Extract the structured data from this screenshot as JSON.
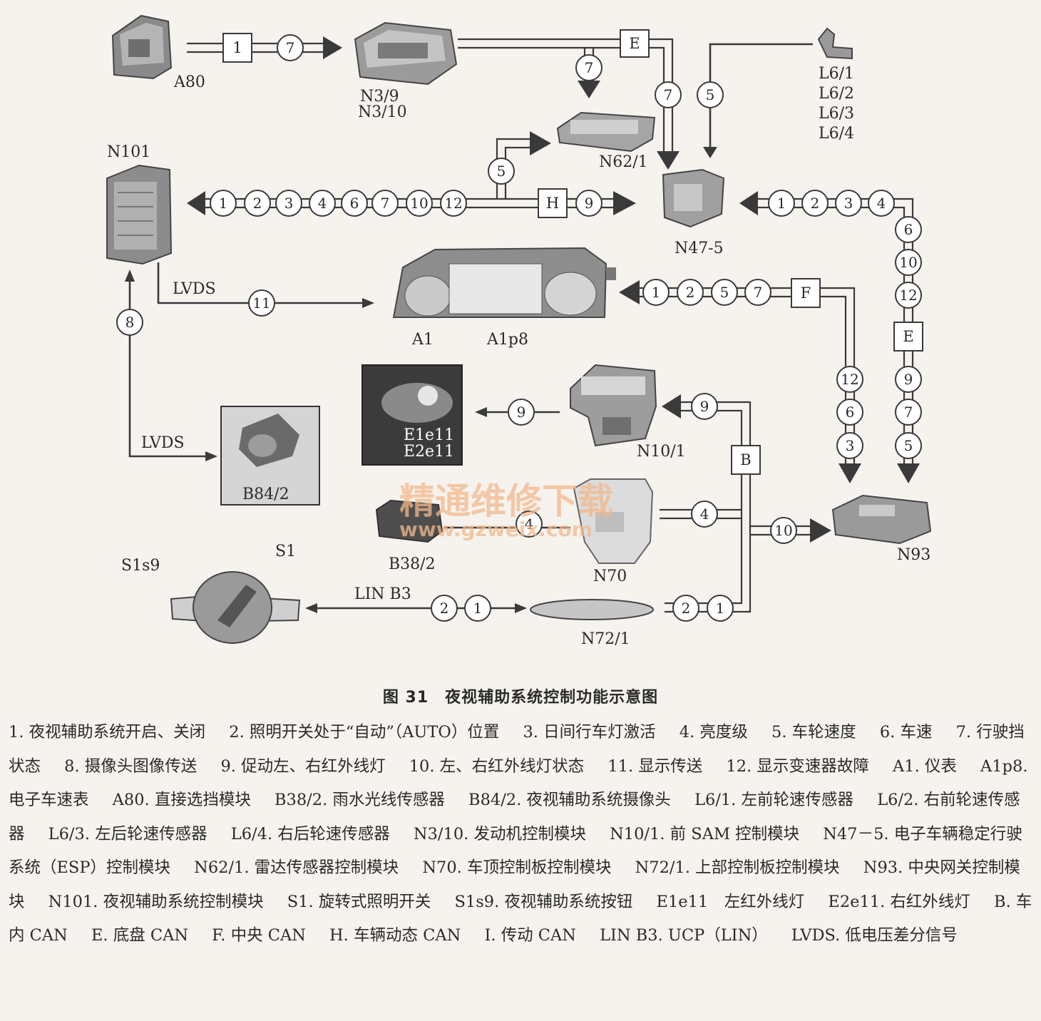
{
  "modules": {
    "A80": "A80",
    "N3": [
      "N3/9",
      "N3/10"
    ],
    "L6": [
      "L6/1",
      "L6/2",
      "L6/3",
      "L6/4"
    ],
    "N101": "N101",
    "N62_1": "N62/1",
    "N47_5": "N47-5",
    "A1": "A1",
    "A1p8": "A1p8",
    "E1e11": [
      "E1e11",
      "E2e11"
    ],
    "N10_1": "N10/1",
    "B84_2": "B84/2",
    "B38_2": "B38/2",
    "N70": "N70",
    "N93": "N93",
    "S1s9": "S1s9",
    "S1": "S1",
    "N72_1": "N72/1"
  },
  "signals": {
    "lvds_top": "LVDS",
    "lvds_bottom": "LVDS",
    "lin": "LIN B3"
  },
  "badges": {
    "a80_n3": [
      "1",
      "7"
    ],
    "n3_n62": "7",
    "bus_e_top": "E",
    "e_to_n47": "7",
    "l6_to_n47": "5",
    "n101_left": [
      "1",
      "2",
      "3",
      "4",
      "6",
      "7",
      "10",
      "12"
    ],
    "n101_up": "5",
    "bus_h": "H",
    "h_right": "9",
    "n47_right": [
      "1",
      "2",
      "3",
      "4"
    ],
    "right_vertical": [
      "6",
      "10",
      "12"
    ],
    "bus_e_right": "E",
    "right_vertical_lower": [
      "9",
      "7",
      "5"
    ],
    "a1_right": [
      "1",
      "2",
      "5",
      "7"
    ],
    "bus_f": "F",
    "f_down": [
      "12",
      "6",
      "3"
    ],
    "lvds_11": "11",
    "n101_8": "8",
    "n10_9": "9",
    "to_e1e11": "9",
    "bus_b": "B",
    "n70_4": "4",
    "b38_4": "4",
    "n93_10": "10",
    "lin_left": [
      "2",
      "1"
    ],
    "n72_right": [
      "2",
      "1"
    ]
  },
  "watermark": {
    "title": "精通维修下载",
    "url": "www.gzweix.com"
  },
  "caption": "图 31　夜视辅助系统控制功能示意图",
  "legend": [
    "1. 夜视辅助系统开启、关闭",
    "2. 照明开关处于“自动”（AUTO）位置",
    "3. 日间行车灯激活",
    "4. 亮度级",
    "5. 车轮速度",
    "6. 车速",
    "7. 行驶挡状态",
    "8. 摄像头图像传送",
    "9. 促动左、右红外线灯",
    "10. 左、右红外线灯状态",
    "11. 显示传送",
    "12. 显示变速器故障",
    "A1. 仪表",
    "A1p8. 电子车速表",
    "A80. 直接选挡模块",
    "B38/2. 雨水光线传感器",
    "B84/2. 夜视辅助系统摄像头",
    "L6/1. 左前轮速传感器",
    "L6/2. 右前轮速传感器",
    "L6/3. 左后轮速传感器",
    "L6/4. 右后轮速传感器",
    "N3/10. 发动机控制模块",
    "N10/1. 前 SAM 控制模块",
    "N47－5. 电子车辆稳定行驶系统（ESP）控制模块",
    "N62/1. 雷达传感器控制模块",
    "N70. 车顶控制板控制模块",
    "N72/1. 上部控制板控制模块",
    "N93. 中央网关控制模块",
    "N101. 夜视辅助系统控制模块",
    "S1. 旋转式照明开关",
    "S1s9. 夜视辅助系统按钮",
    "E1e11　左红外线灯",
    "E2e11. 右红外线灯",
    "B. 车内 CAN",
    "E. 底盘 CAN",
    "F. 中央 CAN",
    "H. 车辆动态 CAN",
    "I. 传动 CAN",
    "LIN B3. UCP（LIN）",
    "LVDS. 低电压差分信号"
  ]
}
